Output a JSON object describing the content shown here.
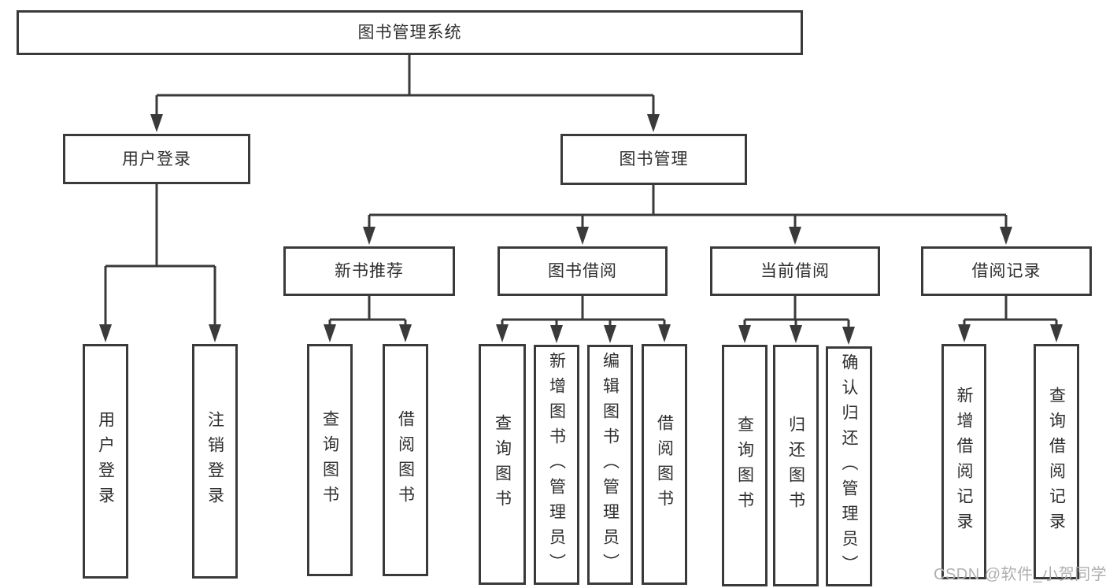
{
  "diagram": {
    "root": {
      "label": "图书管理系统"
    },
    "branches": [
      {
        "label": "用户登录",
        "children": [
          {
            "label": "用户登录"
          },
          {
            "label": "注销登录"
          }
        ]
      },
      {
        "label": "图书管理",
        "children": [
          {
            "label": "新书推荐",
            "children": [
              {
                "label": "查询图书"
              },
              {
                "label": "借阅图书"
              }
            ]
          },
          {
            "label": "图书借阅",
            "children": [
              {
                "label": "查询图书"
              },
              {
                "label": "新增图书（管理员）"
              },
              {
                "label": "编辑图书（管理员）"
              },
              {
                "label": "借阅图书"
              }
            ]
          },
          {
            "label": "当前借阅",
            "children": [
              {
                "label": "查询图书"
              },
              {
                "label": "归还图书"
              },
              {
                "label": "确认归还（管理员）"
              }
            ]
          },
          {
            "label": "借阅记录",
            "children": [
              {
                "label": "新增借阅记录"
              },
              {
                "label": "查询借阅记录"
              }
            ]
          }
        ]
      }
    ]
  },
  "watermark": "CSDN @软件_小贺同学",
  "colors": {
    "line": "#3a3a3a",
    "text": "#2e2e2e",
    "watermark": "#b0b0b0",
    "background": "#ffffff"
  }
}
